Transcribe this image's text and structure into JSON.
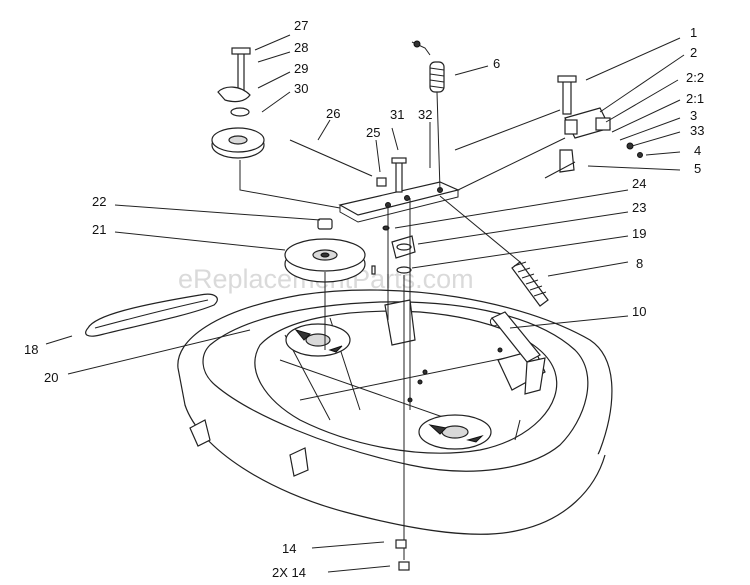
{
  "watermark": "eReplacementParts.com",
  "callouts": {
    "c27": "27",
    "c28": "28",
    "c29": "29",
    "c30": "30",
    "c6": "6",
    "c1": "1",
    "c2": "2",
    "c2_2": "2:2",
    "c2_1": "2:1",
    "c3": "3",
    "c33": "33",
    "c4": "4",
    "c5": "5",
    "c26": "26",
    "c31": "31",
    "c32": "32",
    "c25": "25",
    "c22": "22",
    "c24": "24",
    "c21": "21",
    "c23": "23",
    "c19": "19",
    "c8": "8",
    "c10": "10",
    "c18": "18",
    "c20": "20",
    "c14": "14",
    "c2x14": "2X 14"
  }
}
